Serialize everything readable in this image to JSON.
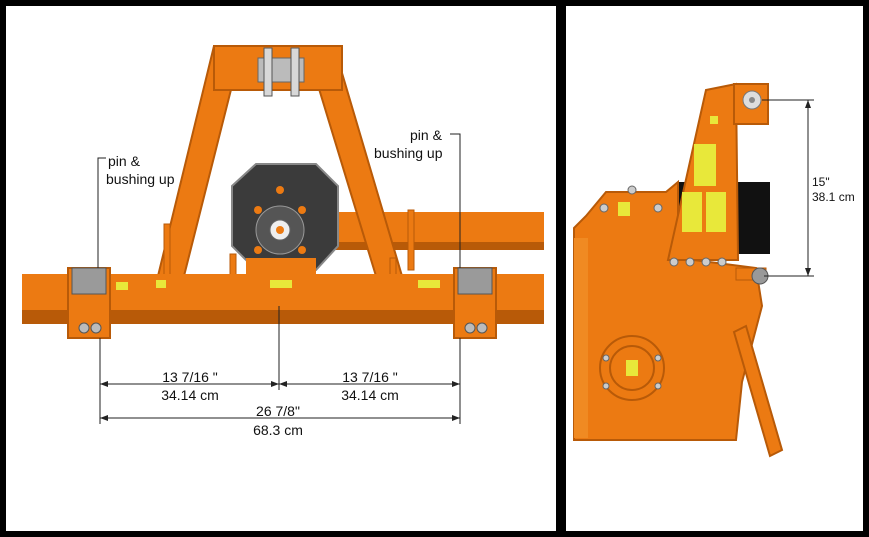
{
  "front_view": {
    "callout_left_line1": "pin &",
    "callout_left_line2": "bushing up",
    "callout_right_line1": "pin &",
    "callout_right_line2": "bushing up",
    "dim_left_in": "13 7/16 \"",
    "dim_left_cm": "34.14 cm",
    "dim_right_in": "13 7/16 \"",
    "dim_right_cm": "34.14 cm",
    "dim_total_in": "26 7/8\"",
    "dim_total_cm": "68.3 cm"
  },
  "side_view": {
    "dim_height_in": "15\"",
    "dim_height_cm": "38.1 cm"
  },
  "colors": {
    "frame_orange": "#ec7a12",
    "frame_dark": "#b85a08",
    "gearbox": "#3b3b3b",
    "decal_yellow": "#e8e83a"
  }
}
